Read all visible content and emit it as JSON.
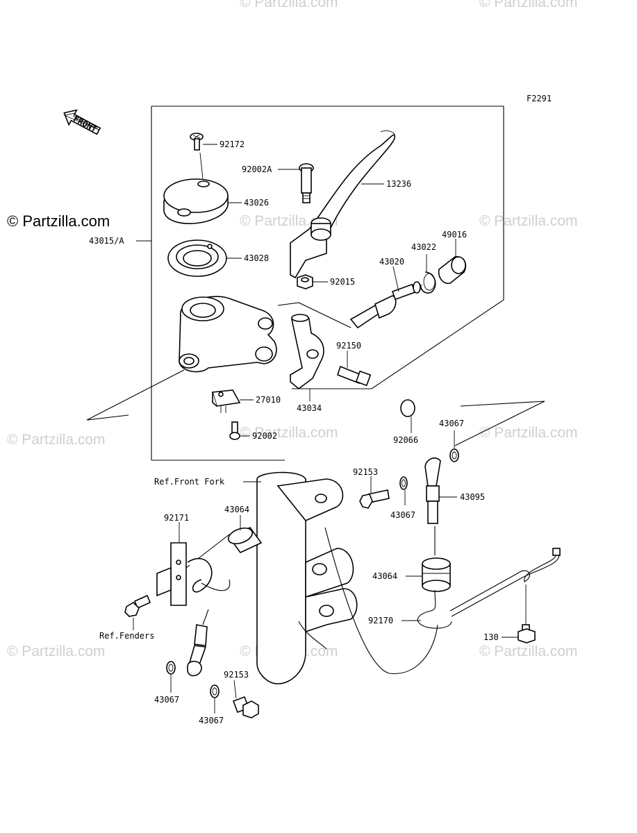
{
  "figure_code": "F2291",
  "front_arrow_text": "FRONT",
  "watermark_main": "© Partzilla.com",
  "watermark_faint": "© Partzilla.com",
  "part_labels": {
    "p92172": "92172",
    "p92002A": "92002A",
    "p13236": "13236",
    "p43026": "43026",
    "p43015A": "43015/A",
    "p43028": "43028",
    "p43022": "43022",
    "p49016": "49016",
    "p43020": "43020",
    "p92015": "92015",
    "p92150": "92150",
    "p27010": "27010",
    "p43034": "43034",
    "p92002": "92002",
    "p92066": "92066",
    "p43067a": "43067",
    "p92153a": "92153",
    "p43095": "43095",
    "p43067b": "43067",
    "refFork": "Ref.Front Fork",
    "p92171": "92171",
    "p43064a": "43064",
    "p43064b": "43064",
    "p92170": "92170",
    "refFenders": "Ref.Fenders",
    "p130": "130",
    "p92153b": "92153",
    "p43067c": "43067",
    "p43067d": "43067"
  }
}
